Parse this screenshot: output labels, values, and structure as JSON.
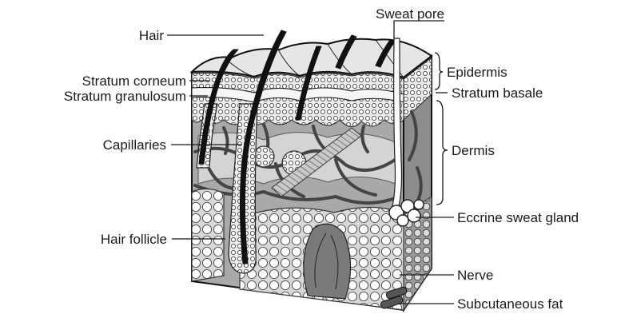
{
  "diagram": {
    "labels": {
      "hair": "Hair",
      "sweat_pore": "Sweat pore",
      "epidermis": "Epidermis",
      "stratum_corneum": "Stratum corneum",
      "stratum_granulosum": "Stratum granulosum",
      "stratum_basale": "Stratum basale",
      "capillaries": "Capillaries",
      "dermis": "Dermis",
      "eccrine_sweat_gland": "Eccrine sweat gland",
      "hair_follicle": "Hair follicle",
      "nerve": "Nerve",
      "subcutaneous_fat": "Subcutaneous fat"
    }
  }
}
